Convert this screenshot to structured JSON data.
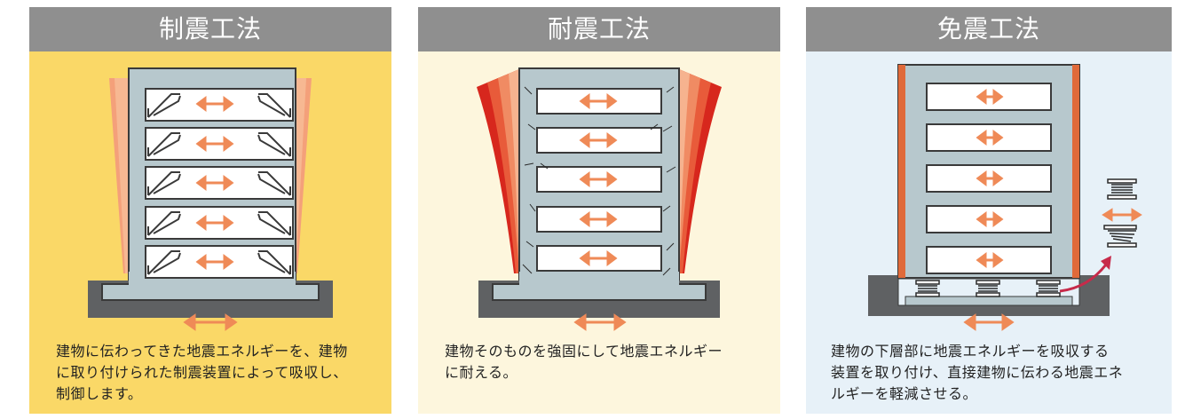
{
  "panels": [
    {
      "title": "制震工法",
      "caption_lines": [
        "建物に伝わってきた地震エネルギーを、建物",
        "に取り付けられた制震装置によって吸収し、",
        "制御します。"
      ]
    },
    {
      "title": "耐震工法",
      "caption_lines": [
        "建物そのものを強固にして地震エネルギー",
        "に耐える。"
      ]
    },
    {
      "title": "免震工法",
      "caption_lines": [
        "建物の下層部に地震エネルギーを吸収する",
        "装置を取り付け、直接建物に伝わる地震エネ",
        "ルギーを軽減させる。"
      ]
    }
  ],
  "colors": {
    "header_bg": "#8f8f8f",
    "panel1_bg": "#fad867",
    "panel2_bg": "#fdf6dd",
    "panel3_bg": "#e7f1f8",
    "building": "#b7c8cd",
    "ground": "#5f6163",
    "arrow": "#ef8a57",
    "sway_red": "#d7271d"
  },
  "icons": [
    "double-arrow-icon",
    "damper-brace-icon",
    "crack-icon",
    "isolator-icon"
  ]
}
